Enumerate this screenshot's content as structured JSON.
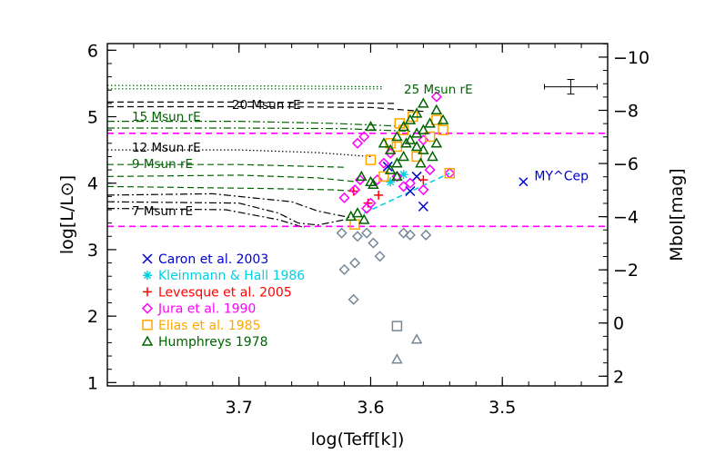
{
  "chart_data": {
    "type": "scatter",
    "title": "",
    "xlabel": "log(Teff[k])",
    "ylabel": "log[L/L⊙]",
    "y2label": "Mbol[mag]",
    "xlim": [
      3.8,
      3.42
    ],
    "ylim": [
      0.95,
      6.1
    ],
    "x_ticks": [
      "3.7",
      "3.6",
      "3.5"
    ],
    "x_tick_values": [
      3.7,
      3.6,
      3.5
    ],
    "y_ticks": [
      "1",
      "2",
      "3",
      "4",
      "5",
      "6"
    ],
    "y_tick_values": [
      1,
      2,
      3,
      4,
      5,
      6
    ],
    "y2_ticks": [
      "−10",
      "−8",
      "−6",
      "−4",
      "−2",
      "0",
      "2"
    ],
    "y2_tick_values": [
      -10,
      -8,
      -6,
      -4,
      -2,
      0,
      2
    ],
    "grid": false,
    "hlines": [
      4.75,
      3.35
    ],
    "hline_color": "#ff00ff",
    "error_bar": {
      "x": 3.448,
      "y": 5.45,
      "dx": 0.02,
      "dy": 0.22
    },
    "tracks": [
      {
        "label": "25 Msun rE",
        "color": "#006400",
        "style": "dotted",
        "lines": [
          [
            [
              3.8,
              5.47
            ],
            [
              3.65,
              5.46
            ],
            [
              3.59,
              5.45
            ]
          ],
          [
            [
              3.8,
              5.42
            ],
            [
              3.66,
              5.42
            ],
            [
              3.59,
              5.42
            ]
          ]
        ]
      },
      {
        "label": "20 Msun rE",
        "color": "#000000",
        "style": "dashed",
        "lines": [
          [
            [
              3.8,
              5.22
            ],
            [
              3.68,
              5.22
            ],
            [
              3.58,
              5.2
            ]
          ],
          [
            [
              3.8,
              5.15
            ],
            [
              3.68,
              5.15
            ],
            [
              3.6,
              5.14
            ],
            [
              3.56,
              5.08
            ]
          ]
        ]
      },
      {
        "label": "15 Msun rE",
        "color": "#006400",
        "style": "dashdot",
        "lines": [
          [
            [
              3.8,
              4.93
            ],
            [
              3.7,
              4.93
            ],
            [
              3.63,
              4.9
            ],
            [
              3.58,
              4.86
            ]
          ],
          [
            [
              3.8,
              4.83
            ],
            [
              3.7,
              4.83
            ],
            [
              3.62,
              4.82
            ],
            [
              3.57,
              4.78
            ]
          ]
        ]
      },
      {
        "label": "12 Msun rE",
        "color": "#000000",
        "style": "dotted",
        "lines": [
          [
            [
              3.8,
              4.5
            ],
            [
              3.7,
              4.5
            ],
            [
              3.64,
              4.46
            ],
            [
              3.6,
              4.4
            ]
          ]
        ]
      },
      {
        "label": "9 Msun rE",
        "color": "#006400",
        "style": "dashed",
        "lines": [
          [
            [
              3.8,
              4.28
            ],
            [
              3.7,
              4.28
            ],
            [
              3.62,
              4.24
            ]
          ],
          [
            [
              3.8,
              4.1
            ],
            [
              3.7,
              4.12
            ],
            [
              3.64,
              4.08
            ],
            [
              3.61,
              4.02
            ]
          ],
          [
            [
              3.8,
              3.95
            ],
            [
              3.68,
              3.92
            ],
            [
              3.63,
              3.9
            ],
            [
              3.61,
              3.88
            ]
          ]
        ]
      },
      {
        "label": "7 Msun rE",
        "color": "#000000",
        "style": "dashdot",
        "lines": [
          [
            [
              3.8,
              3.82
            ],
            [
              3.72,
              3.84
            ],
            [
              3.66,
              3.72
            ],
            [
              3.64,
              3.58
            ],
            [
              3.615,
              3.48
            ]
          ],
          [
            [
              3.8,
              3.72
            ],
            [
              3.7,
              3.7
            ],
            [
              3.67,
              3.55
            ],
            [
              3.655,
              3.4
            ],
            [
              3.64,
              3.37
            ],
            [
              3.62,
              3.45
            ]
          ],
          [
            [
              3.8,
              3.62
            ],
            [
              3.71,
              3.6
            ],
            [
              3.67,
              3.45
            ],
            [
              3.65,
              3.33
            ]
          ]
        ]
      }
    ],
    "series": [
      {
        "name": "Caron et al. 2003",
        "marker": "x",
        "color": "#0000cd",
        "points": [
          [
            3.565,
            4.1
          ],
          [
            3.57,
            3.88
          ],
          [
            3.56,
            3.65
          ],
          [
            3.587,
            4.25
          ]
        ]
      },
      {
        "name": "Kleinmann & Hall 1986",
        "marker": "asterisk",
        "color": "#00d0e0",
        "points": [
          [
            3.575,
            4.13
          ],
          [
            3.585,
            4.02
          ]
        ],
        "dash_line": [
          [
            3.605,
            3.55
          ],
          [
            3.54,
            4.15
          ]
        ]
      },
      {
        "name": "Levesque et al. 2005",
        "marker": "plus",
        "color": "#ff0000",
        "points": [
          [
            3.613,
            3.88
          ],
          [
            3.602,
            3.7
          ],
          [
            3.594,
            3.82
          ],
          [
            3.56,
            4.05
          ]
        ]
      },
      {
        "name": "Jura et al. 1990",
        "marker": "diamond",
        "color": "#ff00ff",
        "points": [
          [
            3.62,
            3.78
          ],
          [
            3.612,
            3.9
          ],
          [
            3.61,
            4.6
          ],
          [
            3.605,
            4.7
          ],
          [
            3.59,
            4.3
          ],
          [
            3.585,
            4.45
          ],
          [
            3.603,
            3.62
          ],
          [
            3.6,
            3.7
          ],
          [
            3.58,
            4.1
          ],
          [
            3.57,
            4.0
          ],
          [
            3.56,
            3.9
          ],
          [
            3.555,
            4.2
          ],
          [
            3.55,
            5.3
          ],
          [
            3.56,
            4.65
          ],
          [
            3.595,
            4.05
          ],
          [
            3.54,
            4.15
          ],
          [
            3.608,
            4.05
          ],
          [
            3.575,
            3.95
          ]
        ]
      },
      {
        "name": "Elias et al. 1985",
        "marker": "square",
        "color": "#ffa500",
        "points": [
          [
            3.612,
            3.38
          ],
          [
            3.6,
            4.35
          ],
          [
            3.59,
            4.1
          ],
          [
            3.578,
            4.9
          ],
          [
            3.568,
            5.0
          ],
          [
            3.565,
            4.4
          ],
          [
            3.555,
            4.7
          ],
          [
            3.55,
            4.95
          ],
          [
            3.58,
            4.55
          ],
          [
            3.545,
            4.8
          ],
          [
            3.54,
            4.15
          ],
          [
            3.585,
            4.6
          ],
          [
            3.575,
            4.8
          ]
        ]
      },
      {
        "name": "Humphreys 1978",
        "marker": "triangle",
        "color": "#006400",
        "points": [
          [
            3.615,
            3.5
          ],
          [
            3.61,
            3.55
          ],
          [
            3.605,
            3.45
          ],
          [
            3.6,
            4.02
          ],
          [
            3.607,
            4.1
          ],
          [
            3.598,
            3.98
          ],
          [
            3.6,
            4.85
          ],
          [
            3.585,
            4.5
          ],
          [
            3.58,
            4.7
          ],
          [
            3.575,
            4.85
          ],
          [
            3.57,
            4.95
          ],
          [
            3.565,
            5.05
          ],
          [
            3.56,
            5.2
          ],
          [
            3.55,
            5.1
          ],
          [
            3.555,
            4.9
          ],
          [
            3.545,
            4.95
          ],
          [
            3.57,
            4.65
          ],
          [
            3.565,
            4.55
          ],
          [
            3.575,
            4.4
          ],
          [
            3.58,
            4.3
          ],
          [
            3.585,
            4.2
          ],
          [
            3.56,
            4.5
          ],
          [
            3.55,
            4.6
          ],
          [
            3.565,
            4.75
          ],
          [
            3.59,
            4.6
          ],
          [
            3.58,
            4.1
          ],
          [
            3.56,
            4.8
          ],
          [
            3.553,
            4.4
          ],
          [
            3.573,
            4.6
          ],
          [
            3.562,
            4.3
          ]
        ]
      },
      {
        "name": "",
        "marker": "diamond",
        "color": "#778899",
        "points": [
          [
            3.622,
            3.25
          ],
          [
            3.61,
            3.2
          ],
          [
            3.603,
            3.25
          ],
          [
            3.598,
            3.1
          ],
          [
            3.593,
            2.9
          ],
          [
            3.612,
            2.8
          ],
          [
            3.62,
            2.7
          ],
          [
            3.613,
            2.25
          ],
          [
            3.575,
            3.25
          ],
          [
            3.57,
            3.22
          ],
          [
            3.558,
            3.22
          ]
        ]
      },
      {
        "name": "",
        "marker": "square",
        "color": "#778899",
        "points": [
          [
            3.58,
            1.85
          ]
        ]
      },
      {
        "name": "",
        "marker": "triangle",
        "color": "#778899",
        "points": [
          [
            3.58,
            1.35
          ],
          [
            3.565,
            1.65
          ]
        ]
      }
    ],
    "annotations": [
      {
        "text": "MY^Cep",
        "x": 3.484,
        "y": 4.02,
        "color": "#0000cd",
        "marker": "x"
      }
    ],
    "legend": "bottom-left"
  }
}
